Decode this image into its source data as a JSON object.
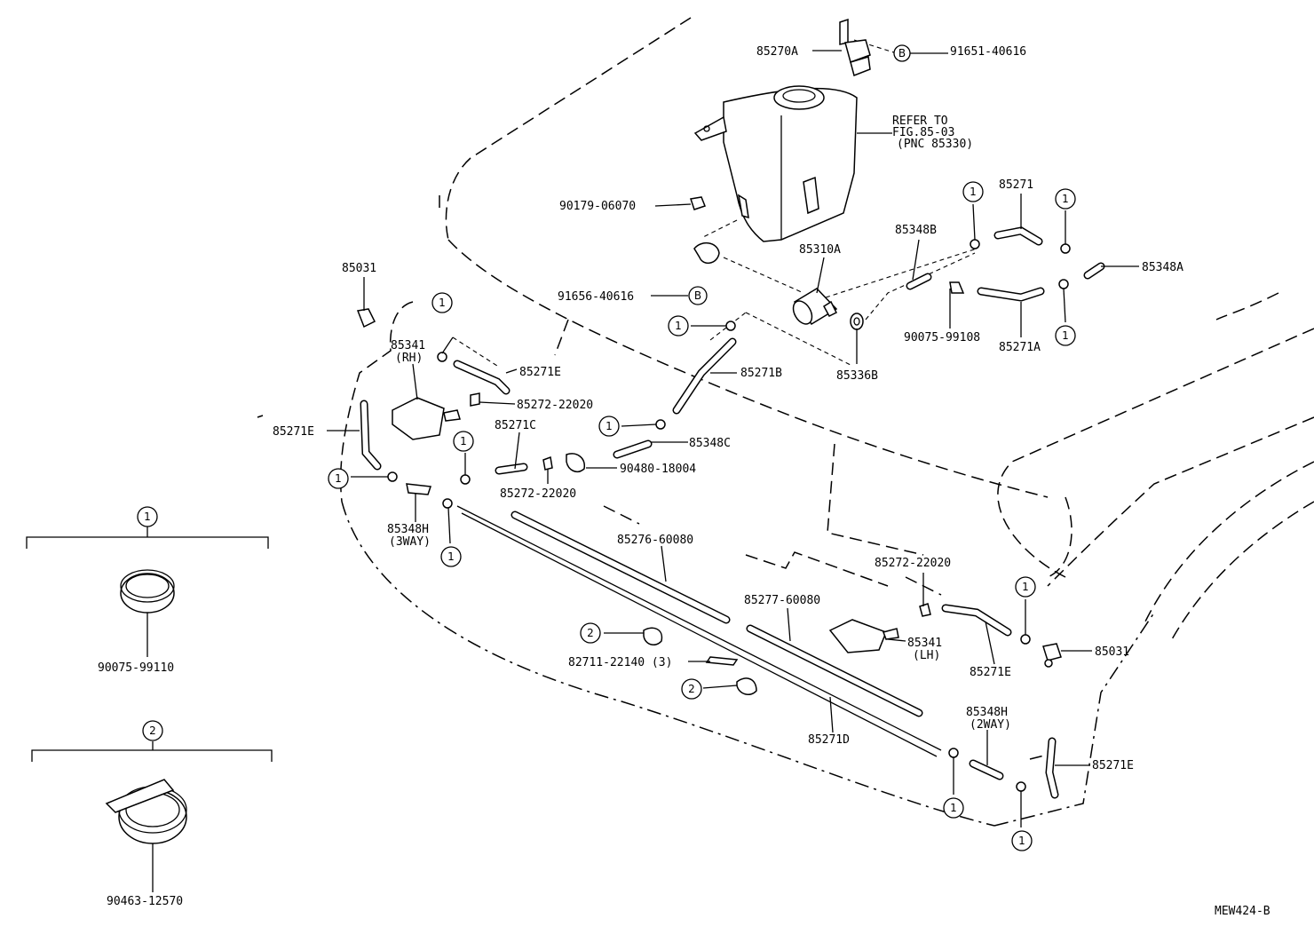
{
  "diagram_code": "MEW424-B",
  "parts": {
    "p85270A": "85270A",
    "p91651": "91651-40616",
    "refer_l1": "REFER TO",
    "refer_l2": "FIG.85-03",
    "refer_l3": "(PNC 85330)",
    "p90179": "90179-06070",
    "p85271": "85271",
    "p85348B": "85348B",
    "p85310A": "85310A",
    "p85348A": "85348A",
    "p85031_top": "85031",
    "p91656": "91656-40616",
    "p90075_99108": "90075-99108",
    "p85271A": "85271A",
    "p85341_rh": "85341",
    "p85341_rh_sub": "(RH)",
    "p85271E_top": "85271E",
    "p85271B": "85271B",
    "p85336B": "85336B",
    "p85272_a": "85272-22020",
    "p85271E_left": "85271E",
    "p85271C": "85271C",
    "p85348C": "85348C",
    "p90480": "90480-18004",
    "p85272_b": "85272-22020",
    "p85348H_3": "85348H",
    "p85348H_3_sub": "(3WAY)",
    "p85276": "85276-60080",
    "p85272_c": "85272-22020",
    "p85277": "85277-60080",
    "p85341_lh": "85341",
    "p85341_lh_sub": "(LH)",
    "p85031_right": "85031",
    "p82711": "82711-22140 (3)",
    "p85271E_right": "85271E",
    "p85271D": "85271D",
    "p85348H_2": "85348H",
    "p85348H_2_sub": "(2WAY)",
    "p85271E_bottom": "85271E",
    "p90075_99110": "90075-99110",
    "p90463": "90463-12570"
  },
  "callouts": {
    "one": "1",
    "two": "2",
    "b": "B"
  }
}
